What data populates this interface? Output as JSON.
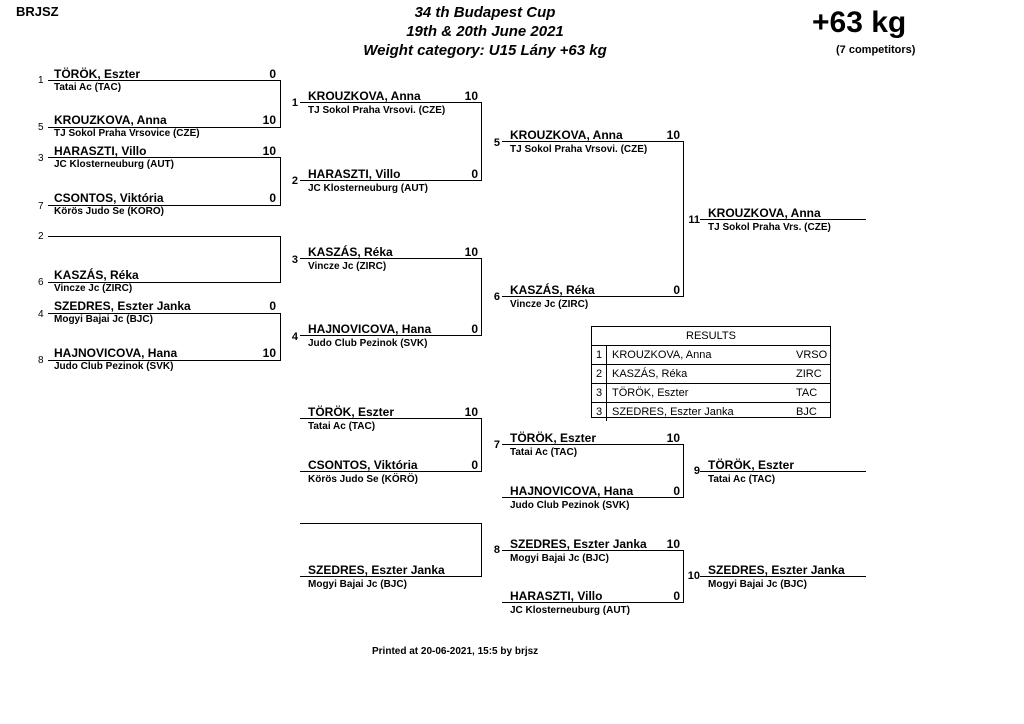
{
  "header": {
    "org": "BRJSZ",
    "title1": "34 th Budapest Cup",
    "title2": "19th & 20th June 2021",
    "title3": "Weight category: U15 Lány +63 kg",
    "weight": "+63 kg",
    "competitors": "(7 competitors)"
  },
  "round1": {
    "e1": {
      "seed": "1",
      "name": "TÖRÖK, Eszter",
      "club": "Tatai Ac (TAC)",
      "score": "0"
    },
    "e2": {
      "seed": "5",
      "name": "KROUZKOVA, Anna",
      "club": "TJ Sokol Praha Vrsovice (CZE)",
      "score": "10"
    },
    "e3": {
      "seed": "3",
      "name": "HARASZTI, Villo",
      "club": "JC Klosterneuburg (AUT)",
      "score": "10"
    },
    "e4": {
      "seed": "7",
      "name": "CSONTOS, Viktória",
      "club": "Körös Judo Se (KÖRÖ)",
      "score": "0"
    },
    "e5": {
      "seed": "2",
      "name": "",
      "club": "",
      "score": ""
    },
    "e6": {
      "seed": "6",
      "name": "KASZÁS, Réka",
      "club": "Vincze Jc (ZIRC)",
      "score": ""
    },
    "e7": {
      "seed": "4",
      "name": "SZEDRES, Eszter Janka",
      "club": "Mogyi Bajai Jc (BJC)",
      "score": "0"
    },
    "e8": {
      "seed": "8",
      "name": "HAJNOVICOVA, Hana",
      "club": "Judo Club Pezinok (SVK)",
      "score": "10"
    },
    "m1": "1",
    "m2": "2",
    "m3": "3",
    "m4": "4"
  },
  "round2": {
    "e1": {
      "name": "KROUZKOVA, Anna",
      "club": "TJ Sokol Praha Vrsovi. (CZE)",
      "score": "10"
    },
    "e2": {
      "name": "HARASZTI, Villo",
      "club": "JC Klosterneuburg (AUT)",
      "score": "0"
    },
    "e3": {
      "name": "KASZÁS, Réka",
      "club": "Vincze Jc (ZIRC)",
      "score": "10"
    },
    "e4": {
      "name": "HAJNOVICOVA, Hana",
      "club": "Judo Club Pezinok (SVK)",
      "score": "0"
    },
    "m5": "5",
    "m6": "6"
  },
  "semis": {
    "e1": {
      "name": "KROUZKOVA, Anna",
      "club": "TJ Sokol Praha Vrsovi. (CZE)",
      "score": "10"
    },
    "e2": {
      "name": "KASZÁS, Réka",
      "club": "Vincze Jc (ZIRC)",
      "score": "0"
    },
    "m11": "11"
  },
  "final": {
    "name": "KROUZKOVA, Anna",
    "club": "TJ Sokol Praha Vrs. (CZE)"
  },
  "repechage": {
    "r1a": {
      "name": "TÖRÖK, Eszter",
      "club": "Tatai Ac (TAC)",
      "score": "10"
    },
    "r1b": {
      "name": "CSONTOS, Viktória",
      "club": "Körös Judo Se (KÖRÖ)",
      "score": "0"
    },
    "r2a": {
      "name": "TÖRÖK, Eszter",
      "club": "Tatai Ac (TAC)",
      "score": "10"
    },
    "r2b": {
      "name": "HAJNOVICOVA, Hana",
      "club": "Judo Club Pezinok (SVK)",
      "score": "0"
    },
    "w9": {
      "name": "TÖRÖK, Eszter",
      "club": "Tatai Ac (TAC)"
    },
    "r3a": {
      "name": "SZEDRES, Eszter Janka",
      "club": "Mogyi Bajai Jc (BJC)"
    },
    "r4a": {
      "name": "SZEDRES, Eszter Janka",
      "club": "Mogyi Bajai Jc (BJC)",
      "score": "10"
    },
    "r4b": {
      "name": "HARASZTI, Villo",
      "club": "JC Klosterneuburg (AUT)",
      "score": "0"
    },
    "w10": {
      "name": "SZEDRES, Eszter Janka",
      "club": "Mogyi Bajai Jc (BJC)"
    },
    "m7": "7",
    "m8": "8",
    "m9": "9",
    "m10": "10"
  },
  "results": {
    "heading": "RESULTS",
    "rows": [
      {
        "place": "1",
        "name": "KROUZKOVA, Anna",
        "code": "VRSO"
      },
      {
        "place": "2",
        "name": "KASZÁS, Réka",
        "code": "ZIRC"
      },
      {
        "place": "3",
        "name": "TÖRÖK, Eszter",
        "code": "TAC"
      },
      {
        "place": "3",
        "name": "SZEDRES, Eszter Janka",
        "code": "BJC"
      }
    ]
  },
  "footer": {
    "printed": "Printed at 20-06-2021, 15:5 by brjsz"
  }
}
